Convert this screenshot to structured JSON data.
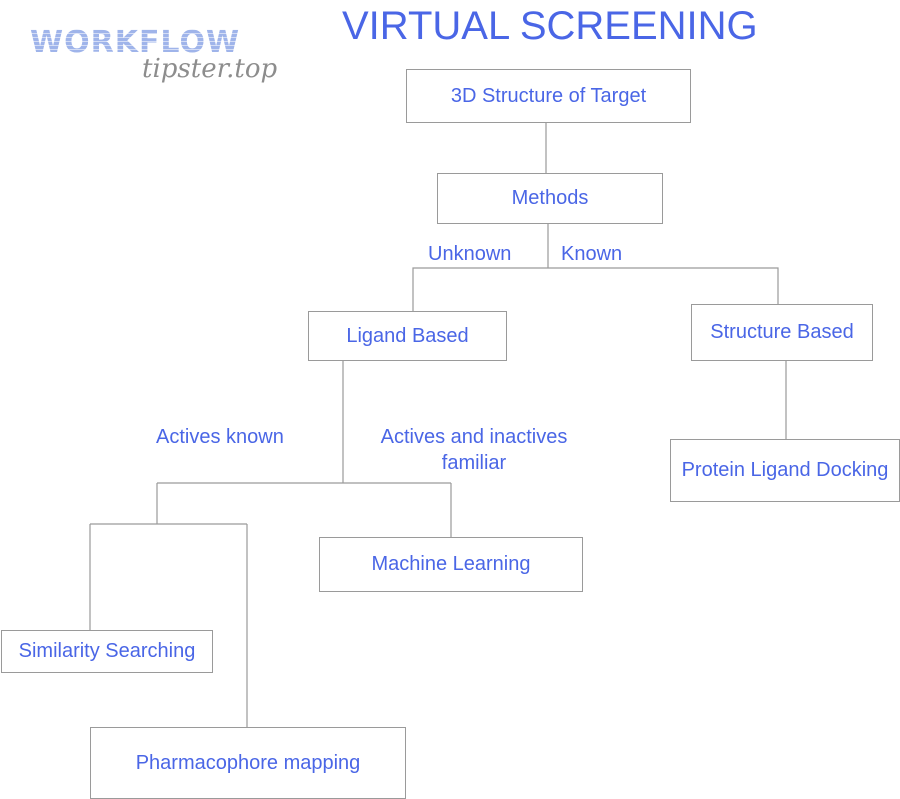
{
  "title": "VIRTUAL SCREENING",
  "logo": {
    "word": "WORKFLOW",
    "sub": "tipster.top"
  },
  "nodes": {
    "target": "3D Structure of Target",
    "methods": "Methods",
    "ligand": "Ligand Based",
    "structure": "Structure Based",
    "docking": "Protein Ligand Docking",
    "ml": "Machine Learning",
    "similarity": "Similarity Searching",
    "pharmacophore": "Pharmacophore mapping"
  },
  "edge_labels": {
    "unknown": "Unknown",
    "known": "Known",
    "actives_known": "Actives known",
    "actives_inactives": "Actives and inactives\nfamiliar"
  },
  "colors": {
    "text": "#4a66e6",
    "line": "#9a9a9a"
  }
}
